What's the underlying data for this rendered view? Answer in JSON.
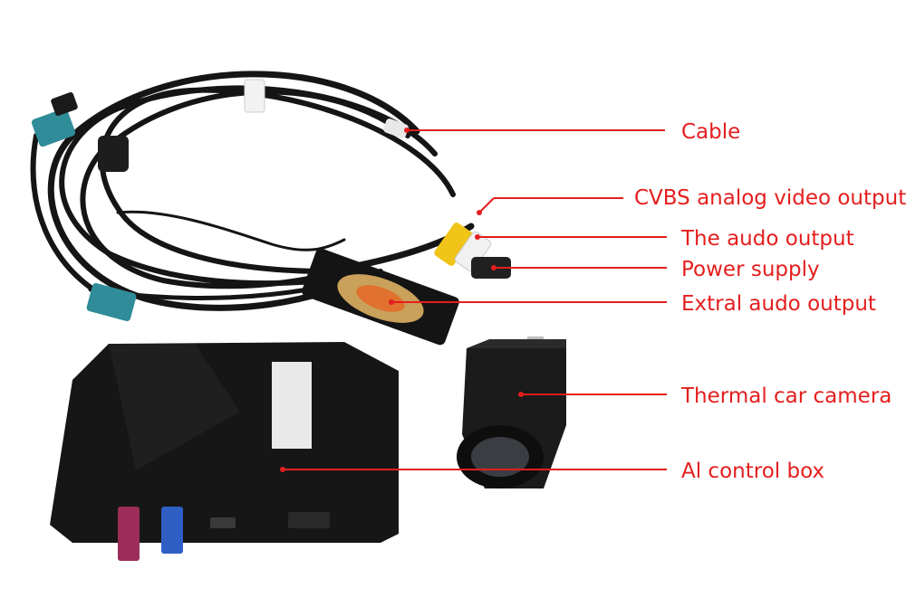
{
  "colors": {
    "label_text": "#e41e1e",
    "leader_line": "#e41e1e",
    "background": "#ffffff"
  },
  "callouts": [
    {
      "id": "cable",
      "label": "Cable"
    },
    {
      "id": "cvbs",
      "label": "CVBS analog video output"
    },
    {
      "id": "audio",
      "label": "The audo output"
    },
    {
      "id": "power",
      "label": "Power supply"
    },
    {
      "id": "extra-audio",
      "label": "Extral audo output"
    },
    {
      "id": "camera",
      "label": "Thermal car camera"
    },
    {
      "id": "control-box",
      "label": "Al control box"
    }
  ]
}
